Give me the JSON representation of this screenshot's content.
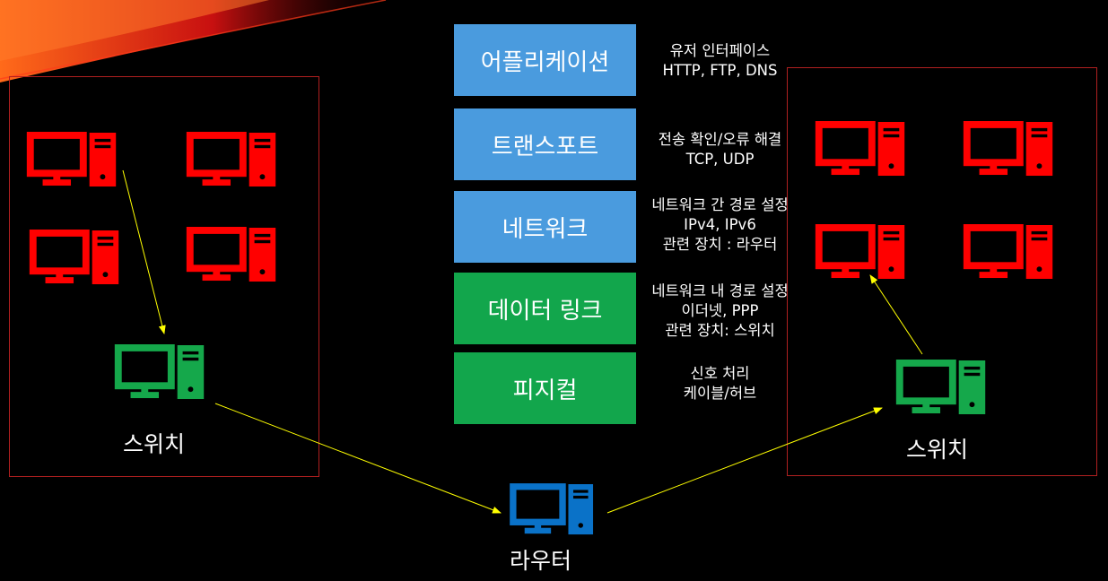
{
  "colors": {
    "upper_layer": "#4A9BDE",
    "lower_layer": "#12A64C",
    "host_pc": "#FF0000",
    "switch_pc": "#15A84B",
    "router_pc": "#0A72C8",
    "link": "#FFFF00",
    "group_border": "#B02020"
  },
  "icons": {
    "host": "desktop-computer-icon",
    "switch": "desktop-computer-icon",
    "router": "desktop-computer-icon"
  },
  "layers": [
    {
      "label": "어플리케이션",
      "desc": [
        "유저 인터페이스",
        "HTTP, FTP, DNS"
      ]
    },
    {
      "label": "트랜스포트",
      "desc": [
        "전송 확인/오류 해결",
        "TCP, UDP"
      ]
    },
    {
      "label": "네트워크",
      "desc": [
        "네트워크 간 경로 설정",
        "IPv4, IPv6",
        "관련 장치 : 라우터"
      ]
    },
    {
      "label": "데이터 링크",
      "desc": [
        "네트워크 내 경로 설정",
        "이더넷, PPP",
        "관련 장치: 스위치"
      ]
    },
    {
      "label": "피지컬",
      "desc": [
        "신호 처리",
        "케이블/허브"
      ]
    }
  ],
  "devices": {
    "left_switch_label": "스위치",
    "right_switch_label": "스위치",
    "router_label": "라우터"
  }
}
